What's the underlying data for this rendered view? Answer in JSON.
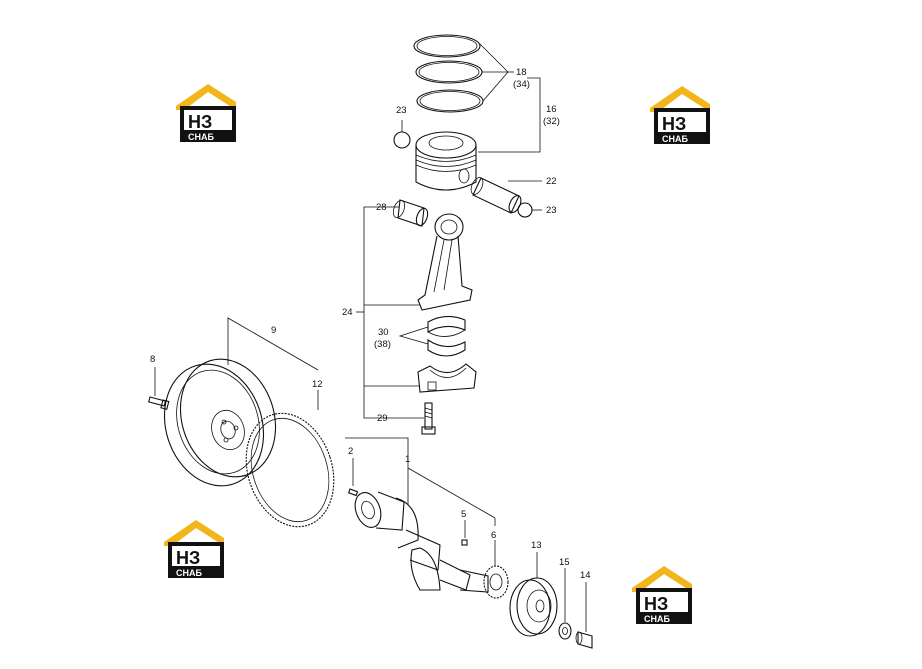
{
  "brand": {
    "mark": "НЗ",
    "text": "СНАБ",
    "roof_color": "#f2b51c",
    "dark_color": "#111111",
    "light_color": "#ffffff"
  },
  "callouts": {
    "c1": "1",
    "c2": "2",
    "c5": "5",
    "c6": "6",
    "c8": "8",
    "c9": "9",
    "c12": "12",
    "c13": "13",
    "c14": "14",
    "c15": "15",
    "c16": "16",
    "c16_alt": "(32)",
    "c18": "18",
    "c18_alt": "(34)",
    "c22": "22",
    "c23a": "23",
    "c23b": "23",
    "c24": "24",
    "c28": "28",
    "c29": "29",
    "c30": "30",
    "c30_alt": "(38)"
  },
  "icons": {
    "logo": "nz-snab-house-logo",
    "piston_rings": "piston-rings-icon",
    "piston": "piston-icon",
    "flywheel": "flywheel-icon",
    "crankshaft": "crankshaft-icon"
  }
}
